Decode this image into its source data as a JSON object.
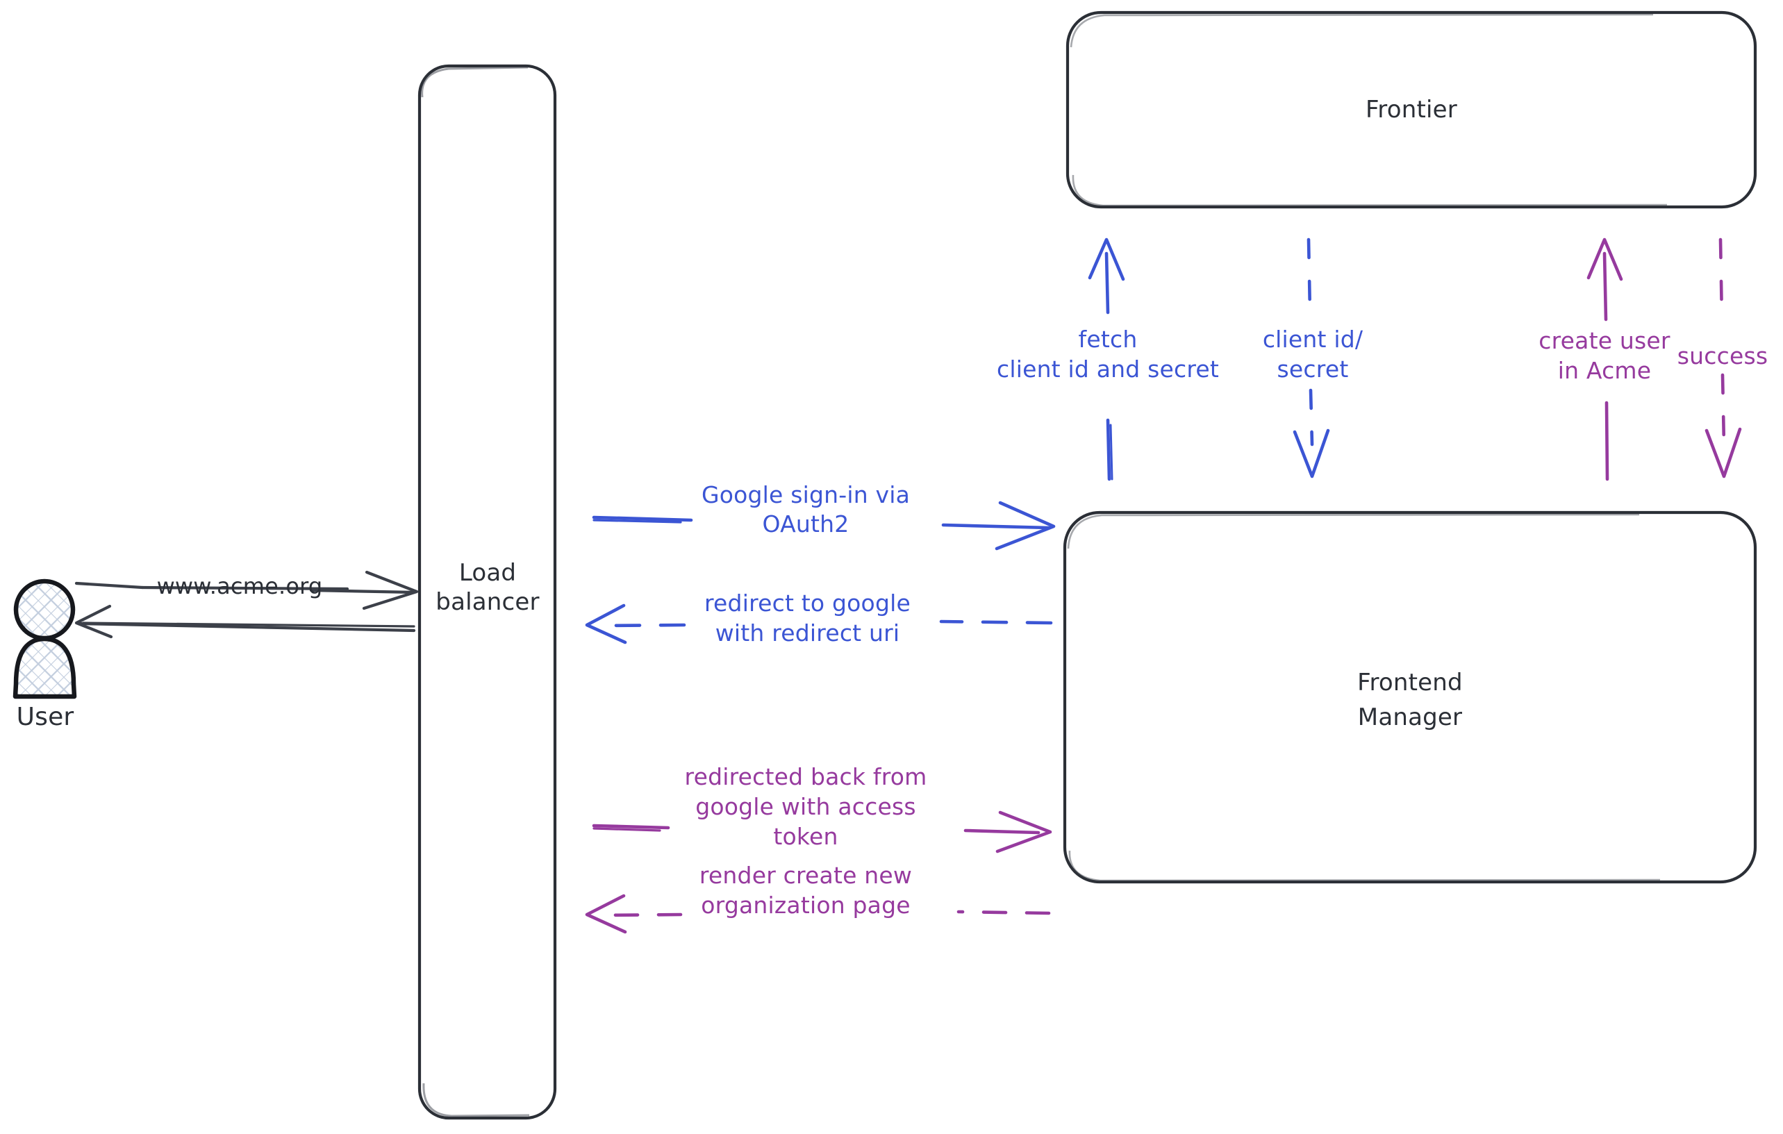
{
  "diagram": {
    "type": "sequence-flow-architecture",
    "background_color": "#ffffff",
    "colors": {
      "ink": "#2b2f36",
      "blue": "#3b55d4",
      "purple": "#963a9e",
      "hatch": "#c3cede"
    },
    "actors": [
      {
        "id": "user",
        "name": "User",
        "label": "User",
        "shape": "person-hatched"
      }
    ],
    "nodes": [
      {
        "id": "load-balancer",
        "label_line1": "Load",
        "label_line2": "balancer",
        "shape": "rounded-rect-tall"
      },
      {
        "id": "frontier",
        "label_line1": "Frontier",
        "label_line2": "",
        "shape": "rounded-rect"
      },
      {
        "id": "frontend-manager",
        "label_line1": "Frontend",
        "label_line2": "Manager",
        "shape": "rounded-rect"
      }
    ],
    "edges": [
      {
        "id": "user-to-lb",
        "label": "www.acme.org",
        "color": "#2b2f36",
        "style": "solid",
        "direction": "right",
        "from": "user",
        "to": "load-balancer"
      },
      {
        "id": "lb-to-user",
        "label": "",
        "color": "#2b2f36",
        "style": "solid",
        "direction": "left",
        "from": "load-balancer",
        "to": "user"
      },
      {
        "id": "lb-to-fm-signin",
        "label_line1": "Google sign-in via",
        "label_line2": "OAuth2",
        "color": "#3b55d4",
        "style": "solid",
        "direction": "right",
        "from": "load-balancer",
        "to": "frontend-manager"
      },
      {
        "id": "fm-to-lb-redirect",
        "label_line1": "redirect to google",
        "label_line2": "with redirect uri",
        "color": "#3b55d4",
        "style": "dashed",
        "direction": "left",
        "from": "frontend-manager",
        "to": "load-balancer"
      },
      {
        "id": "lb-to-fm-token",
        "label_line1": "redirected back from",
        "label_line2": "google with access",
        "label_line3": "token",
        "color": "#963a9e",
        "style": "solid",
        "direction": "right",
        "from": "load-balancer",
        "to": "frontend-manager"
      },
      {
        "id": "fm-to-lb-render",
        "label_line1": "render create new",
        "label_line2": "organization page",
        "color": "#963a9e",
        "style": "dashed",
        "direction": "left",
        "from": "frontend-manager",
        "to": "load-balancer"
      },
      {
        "id": "fm-to-frontier-fetch",
        "label_line1": "fetch",
        "label_line2": "client id and secret",
        "color": "#3b55d4",
        "style": "solid",
        "direction": "up",
        "from": "frontend-manager",
        "to": "frontier"
      },
      {
        "id": "frontier-to-fm-credentials",
        "label_line1": "client id/",
        "label_line2": "secret",
        "color": "#3b55d4",
        "style": "dashed",
        "direction": "down",
        "from": "frontier",
        "to": "frontend-manager"
      },
      {
        "id": "fm-to-frontier-create-user",
        "label_line1": "create user",
        "label_line2": "in Acme",
        "color": "#963a9e",
        "style": "solid",
        "direction": "up",
        "from": "frontend-manager",
        "to": "frontier"
      },
      {
        "id": "frontier-to-fm-success",
        "label_line1": "success",
        "label_line2": "",
        "color": "#963a9e",
        "style": "dashed",
        "direction": "down",
        "from": "frontier",
        "to": "frontend-manager"
      }
    ]
  }
}
